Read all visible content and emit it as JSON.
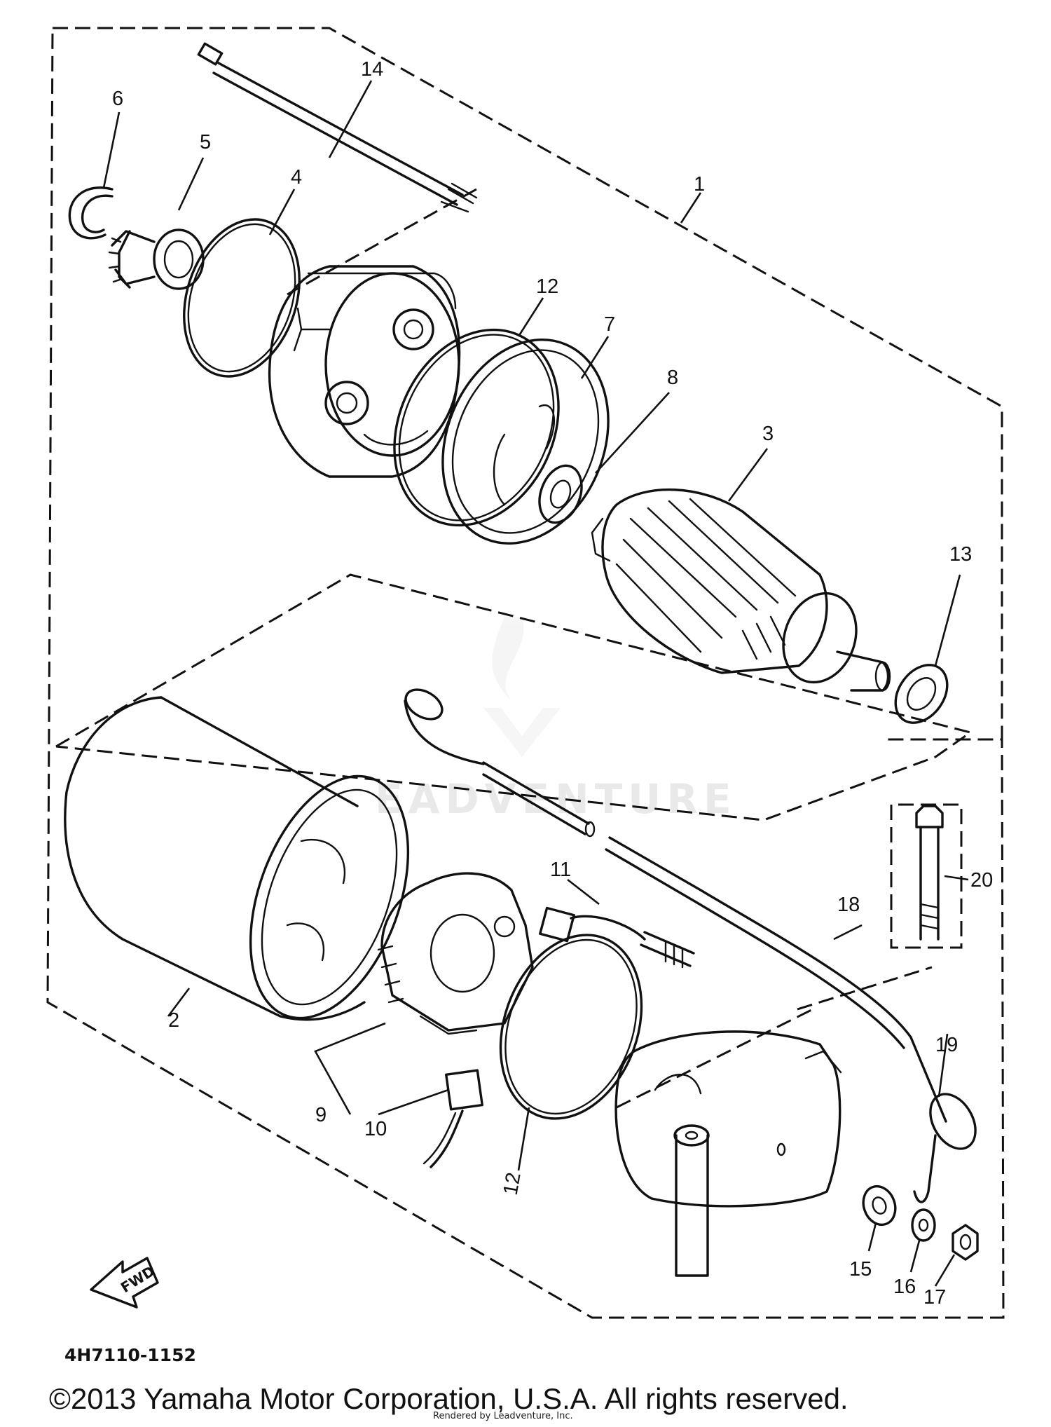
{
  "labels": {
    "p1": "1",
    "p2": "2",
    "p3": "3",
    "p4": "4",
    "p5": "5",
    "p6": "6",
    "p7": "7",
    "p8": "8",
    "p9": "9",
    "p10": "10",
    "p11": "11",
    "p12a": "12",
    "p12b": "12",
    "p13": "13",
    "p14": "14",
    "p15": "15",
    "p16": "16",
    "p17": "17",
    "p18": "18",
    "p19": "19",
    "p20": "20",
    "fwd": "FWD"
  },
  "diagram_code": "4H7110-1152",
  "watermark": "EADVENTURE",
  "rendered_by": "Rendered by Leadventure, Inc.",
  "copyright": "©2013 Yamaha Motor Corporation, U.S.A. All rights reserved."
}
